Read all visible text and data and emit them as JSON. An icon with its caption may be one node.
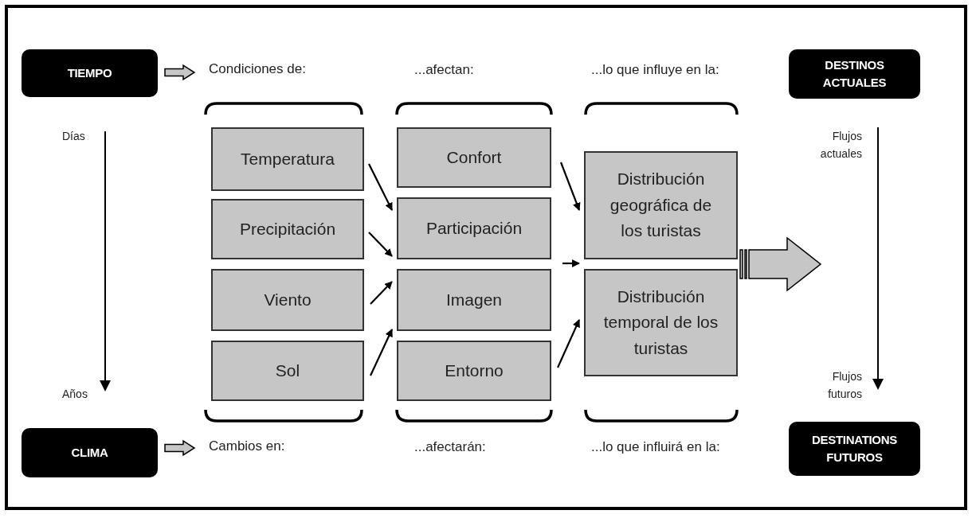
{
  "diagram": {
    "nodes": [
      {
        "text": [
          "TIEMPO"
        ]
      },
      {
        "text": [
          "CLIMA"
        ]
      },
      {
        "text": [
          "DESTINOS ACTUALES"
        ]
      },
      {
        "text": [
          "DESTINATIONS FUTUROS"
        ]
      },
      {
        "text": [
          "Condiciones de:"
        ]
      },
      {
        "text": [
          "Cambios en:"
        ]
      },
      {
        "text": [
          "Temperatura"
        ]
      },
      {
        "text": [
          "Precipitación"
        ]
      },
      {
        "text": [
          "Viento"
        ]
      },
      {
        "text": [
          "Sol"
        ]
      },
      {
        "text": [
          "Confort"
        ]
      },
      {
        "text": [
          "Participación"
        ]
      },
      {
        "text": [
          "Imagen"
        ]
      },
      {
        "text": [
          "Entorno"
        ]
      },
      {
        "text": [
          "Distribución geográfica de los turistas"
        ]
      },
      {
        "text": [
          "Distribución temporal de los turistas"
        ]
      }
    ],
    "edges": [
      {
        "from": 0,
        "to": 4,
        "arrow": "to",
        "style": "thick"
      },
      {
        "from": 1,
        "to": 5,
        "arrow": "to",
        "style": "thick"
      },
      {
        "from": 6,
        "to": 11,
        "arrow": "to"
      },
      {
        "from": 7,
        "to": 11,
        "arrow": "to"
      },
      {
        "from": 8,
        "to": 12,
        "arrow": "to"
      },
      {
        "from": 9,
        "to": 12,
        "arrow": "to"
      },
      {
        "from": 10,
        "to": 14,
        "arrow": "to"
      },
      {
        "from": 12,
        "to": 14,
        "arrow": "to"
      },
      {
        "from": 13,
        "to": 15,
        "arrow": "to"
      },
      {
        "from": 14,
        "to": null,
        "arrow": "to",
        "style": "thick"
      },
      {
        "from": 15,
        "to": null,
        "arrow": "to",
        "style": "thick"
      }
    ],
    "labels": [
      "...afectan:",
      "...lo que influye en la:",
      "Días",
      "Flujos actuales",
      "Años",
      "Flujos futuros",
      "...afectarán:",
      "...lo que influirá en la:"
    ]
  }
}
